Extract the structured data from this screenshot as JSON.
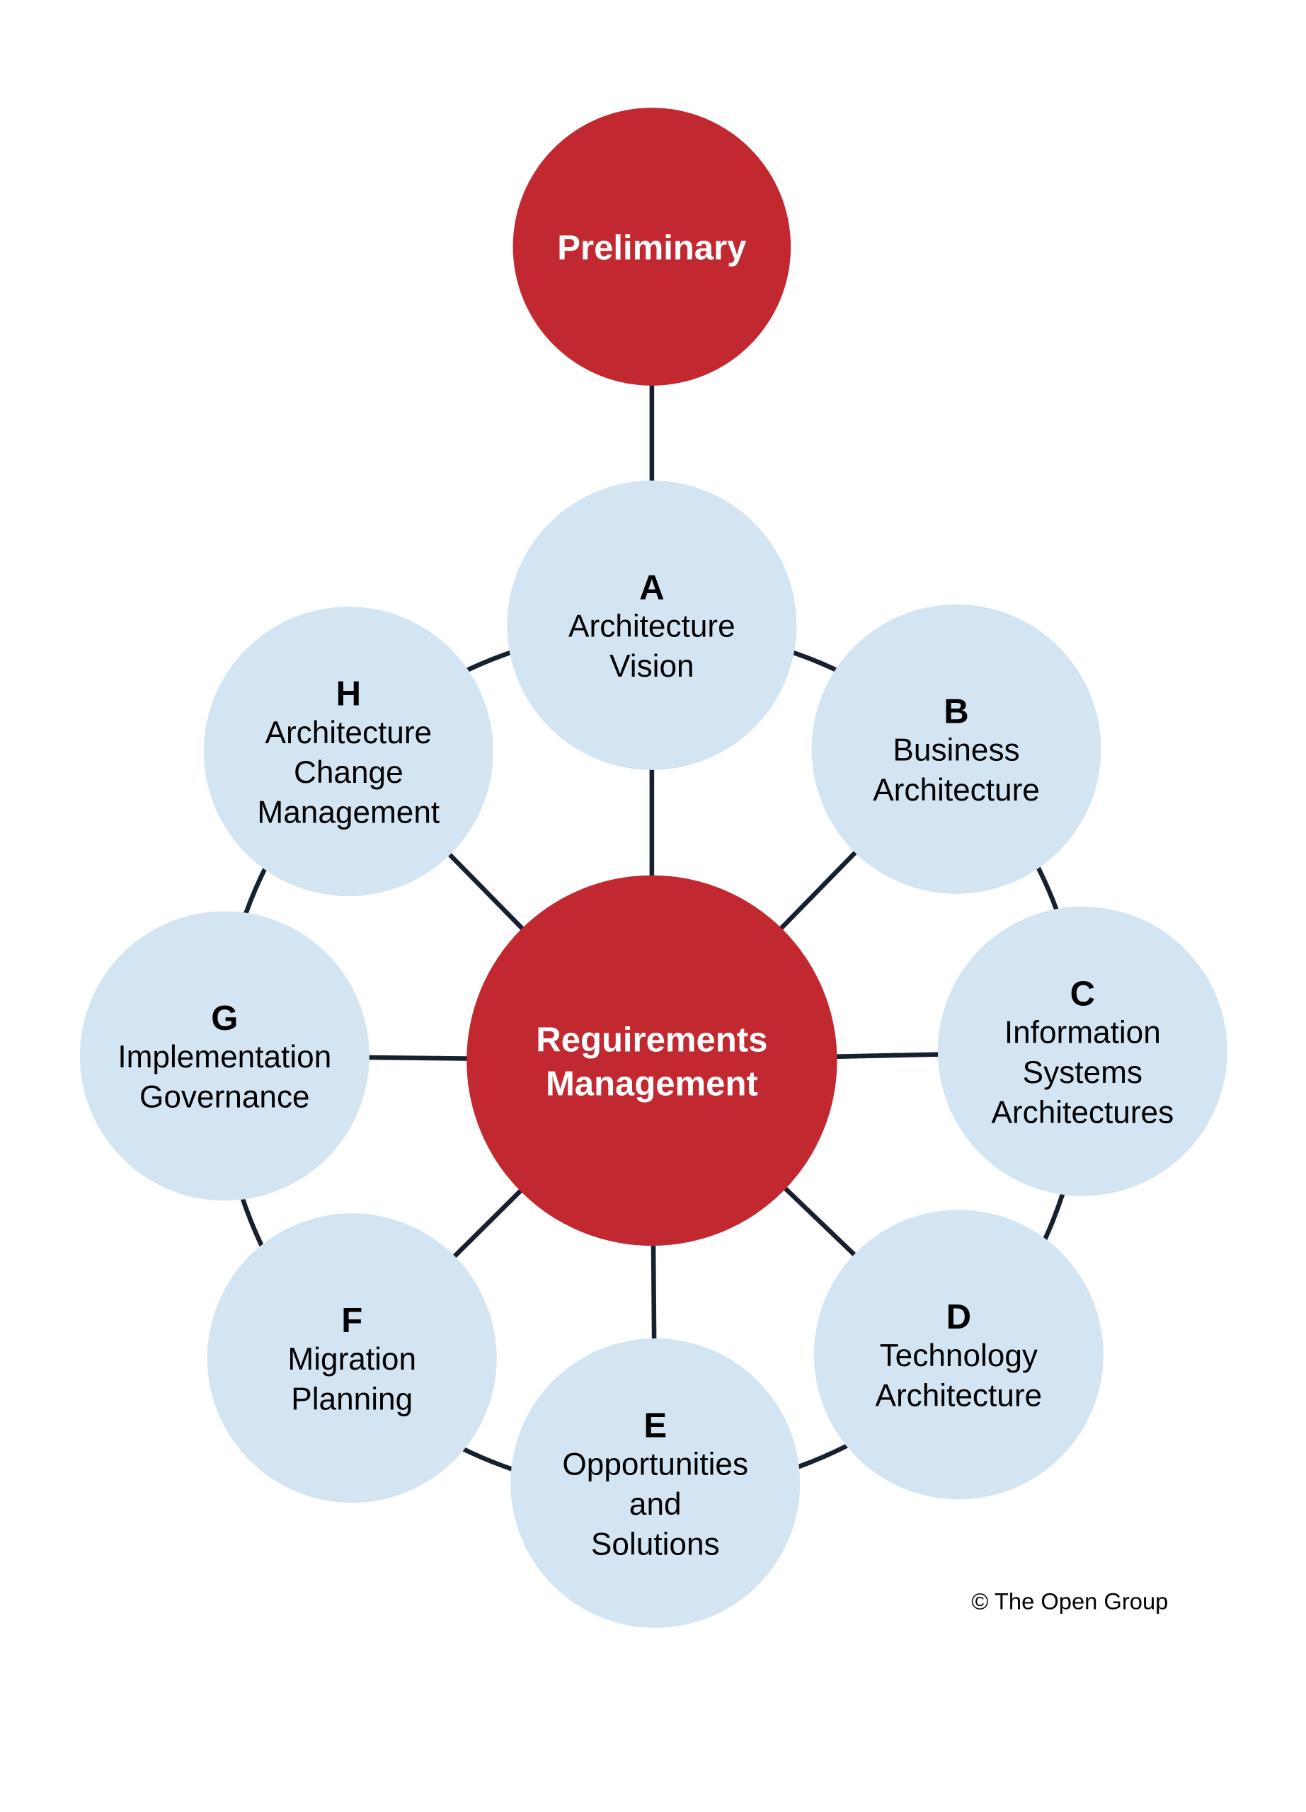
{
  "colors": {
    "red": "#c22830",
    "light": "#d3e5f2",
    "line": "#17202e",
    "text": "#000000",
    "white": "#ffffff"
  },
  "preliminary": {
    "label": "Preliminary"
  },
  "center": {
    "lines": [
      "Reguirements",
      "Management"
    ]
  },
  "phases": [
    {
      "id": "A",
      "lines": [
        "Architecture",
        "Vision"
      ]
    },
    {
      "id": "B",
      "lines": [
        "Business",
        "Architecture"
      ]
    },
    {
      "id": "C",
      "lines": [
        "Information",
        "Systems",
        "Architectures"
      ]
    },
    {
      "id": "D",
      "lines": [
        "Technology",
        "Architecture"
      ]
    },
    {
      "id": "E",
      "lines": [
        "Opportunities",
        "and",
        "Solutions"
      ]
    },
    {
      "id": "F",
      "lines": [
        "Migration",
        "Planning"
      ]
    },
    {
      "id": "G",
      "lines": [
        "Implementation",
        "Governance"
      ]
    },
    {
      "id": "H",
      "lines": [
        "Architecture",
        "Change",
        "Management"
      ]
    }
  ],
  "copyright": "© The Open Group"
}
